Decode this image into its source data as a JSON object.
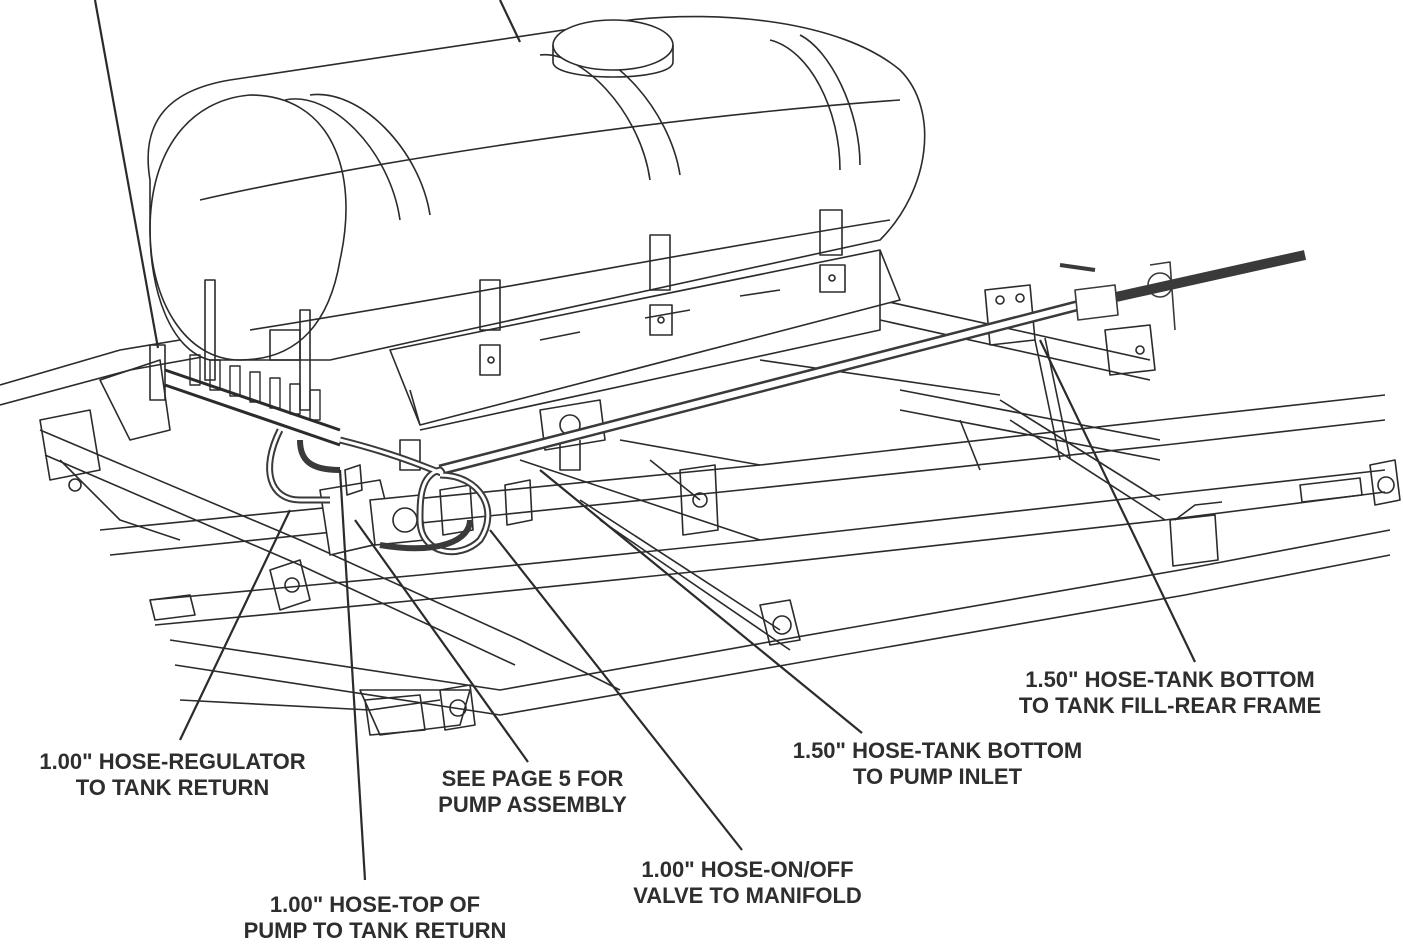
{
  "callouts": {
    "hose_tank_bottom_fill_rear": {
      "line1": "1.50\" HOSE-TANK BOTTOM",
      "line2": "TO TANK FILL-REAR FRAME"
    },
    "hose_tank_bottom_pump_inlet": {
      "line1": "1.50\" HOSE-TANK BOTTOM",
      "line2": "TO PUMP INLET"
    },
    "hose_regulator_tank_return": {
      "line1": "1.00\" HOSE-REGULATOR",
      "line2": "TO TANK RETURN"
    },
    "see_page_pump_assembly": {
      "line1": "SEE PAGE 5 FOR",
      "line2": "PUMP ASSEMBLY"
    },
    "hose_onoff_valve_manifold": {
      "line1": "1.00\" HOSE-ON/OFF",
      "line2": "VALVE TO MANIFOLD"
    },
    "hose_top_pump_tank_return": {
      "line1": "1.00\" HOSE-TOP OF",
      "line2": "PUMP TO TANK RETURN"
    }
  },
  "colors": {
    "line": "#2b2b2b",
    "hose": "#3a3a3a",
    "text": "#2e2e2e",
    "background": "#ffffff"
  }
}
